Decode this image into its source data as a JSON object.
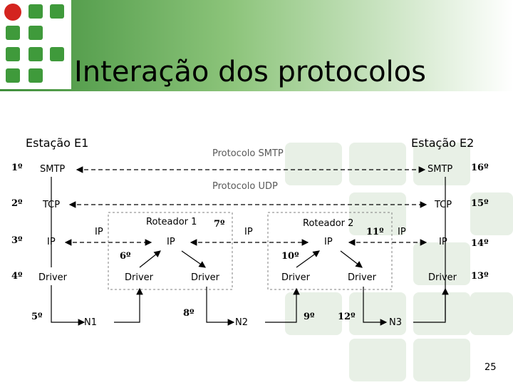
{
  "slide": {
    "title": "Interação dos protocolos",
    "page_number": "25"
  },
  "logo": {
    "colors": {
      "green": "#3f9a3b",
      "red": "#d4241f"
    },
    "description": "IF logo grid"
  },
  "stations": {
    "e1": "Estação E1",
    "e2": "Estação E2"
  },
  "protocols": {
    "smtp": "Protocolo SMTP",
    "udp": "Protocolo UDP"
  },
  "layers": {
    "e1": {
      "smtp": "SMTP",
      "tcp": "TCP",
      "ip": "IP",
      "driver": "Driver"
    },
    "e2": {
      "smtp": "SMTP",
      "tcp": "TCP",
      "ip": "IP",
      "driver": "Driver"
    }
  },
  "routers": {
    "r1": {
      "name": "Roteador 1",
      "ip": "IP",
      "driver_left": "Driver",
      "driver_right": "Driver"
    },
    "r2": {
      "name": "Roteador 2",
      "ip": "IP",
      "driver_left": "Driver",
      "driver_right": "Driver"
    }
  },
  "link_labels": {
    "ip1": "IP",
    "ip2": "IP",
    "ip3": "IP"
  },
  "networks": {
    "n1": "N1",
    "n2": "N2",
    "n3": "N3"
  },
  "steps": {
    "s1": "1º",
    "s2": "2º",
    "s3": "3º",
    "s4": "4º",
    "s5": "5º",
    "s6": "6º",
    "s7": "7º",
    "s8": "8º",
    "s9": "9º",
    "s10": "10º",
    "s11": "11º",
    "s12": "12º",
    "s13": "13º",
    "s14": "14º",
    "s15": "15º",
    "s16": "16º"
  }
}
